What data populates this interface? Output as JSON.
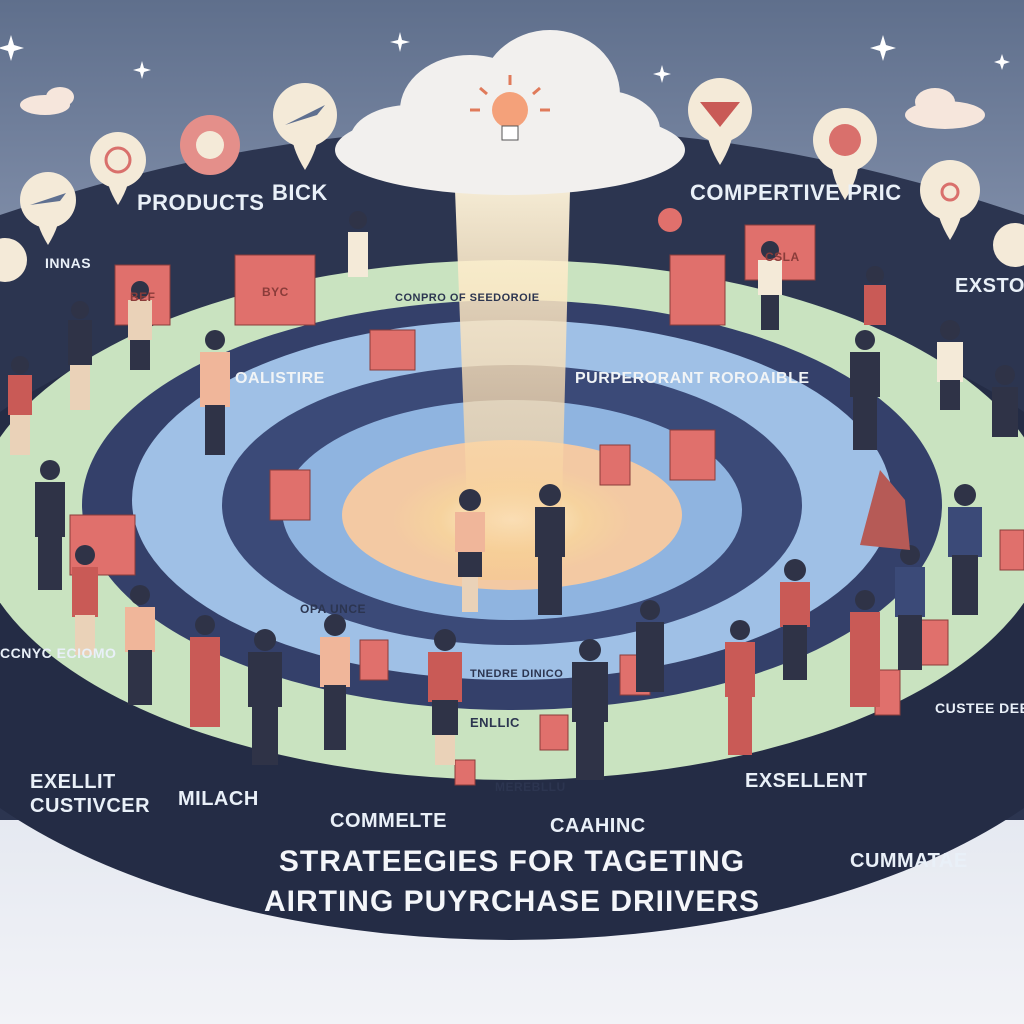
{
  "title": {
    "line1": "STRATEEGIES  FOR TAGETING",
    "line2": "AIRTING PUYRCHASE DRIIVERS"
  },
  "outer_ring_labels": [
    {
      "key": "products",
      "text": "PRODUCTS"
    },
    {
      "key": "bick",
      "text": "BICK"
    },
    {
      "key": "competitive",
      "text": "COMPERTIVE  PRIC"
    },
    {
      "key": "exstor",
      "text": "EXSTORI"
    },
    {
      "key": "innas",
      "text": "INNAS"
    }
  ],
  "band_labels": [
    {
      "key": "exelut",
      "text": "EXELLIT\nCUSTIVCER"
    },
    {
      "key": "milach",
      "text": "MILACH"
    },
    {
      "key": "commelte",
      "text": "COMMELTE"
    },
    {
      "key": "caahinc",
      "text": "CAAHINC"
    },
    {
      "key": "exsellent",
      "text": "EXSELLENT"
    },
    {
      "key": "cummatae",
      "text": "CUMMATAE"
    }
  ],
  "ring_labels": [
    {
      "key": "oalistire",
      "text": "OALISTIRE"
    },
    {
      "key": "purperorant",
      "text": "PURPERORANT ROROAIBLE"
    },
    {
      "key": "compro",
      "text": "CONPRO  OF  SEEDOROIE"
    },
    {
      "key": "ccnyc",
      "text": "CCNYC ECIOMO"
    },
    {
      "key": "custee",
      "text": "CUSTEE DEELLIE"
    },
    {
      "key": "enllic",
      "text": "ENLLIC"
    },
    {
      "key": "merebllu",
      "text": "MEREBLLU"
    },
    {
      "key": "tnedre",
      "text": "TNEDRE DINICO"
    },
    {
      "key": "opange",
      "text": "OPA UNCE"
    }
  ],
  "bag_labels": [
    {
      "key": "bag1",
      "text": "BEF"
    },
    {
      "key": "bag2",
      "text": "BYC"
    },
    {
      "key": "bag3",
      "text": "CSLA"
    }
  ],
  "colors": {
    "navy": "#2c3550",
    "ring_blue": "#7fa6d8",
    "ring_green": "#c9e3c0",
    "coral": "#e0706c",
    "light_beam": "#fbe7b8"
  }
}
